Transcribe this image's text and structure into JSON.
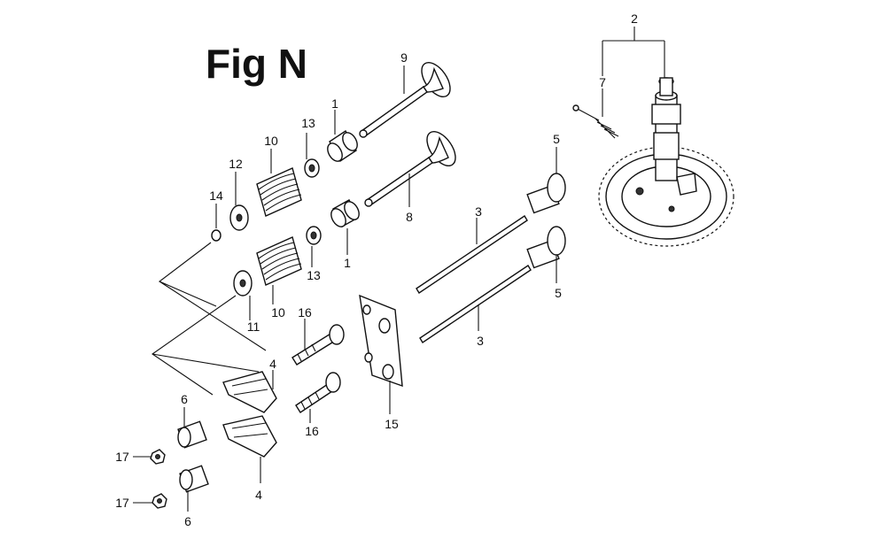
{
  "figure": {
    "title": "Fig N"
  },
  "labels": {
    "l1a": "1",
    "l1b": "1",
    "l2": "2",
    "l3a": "3",
    "l3b": "3",
    "l4a": "4",
    "l4b": "4",
    "l5a": "5",
    "l5b": "5",
    "l6a": "6",
    "l6b": "6",
    "l7": "7",
    "l8": "8",
    "l9": "9",
    "l10a": "10",
    "l10b": "10",
    "l11": "11",
    "l12": "12",
    "l13a": "13",
    "l13b": "13",
    "l14": "14",
    "l15": "15",
    "l16a": "16",
    "l16b": "16",
    "l17a": "17",
    "l17b": "17"
  }
}
